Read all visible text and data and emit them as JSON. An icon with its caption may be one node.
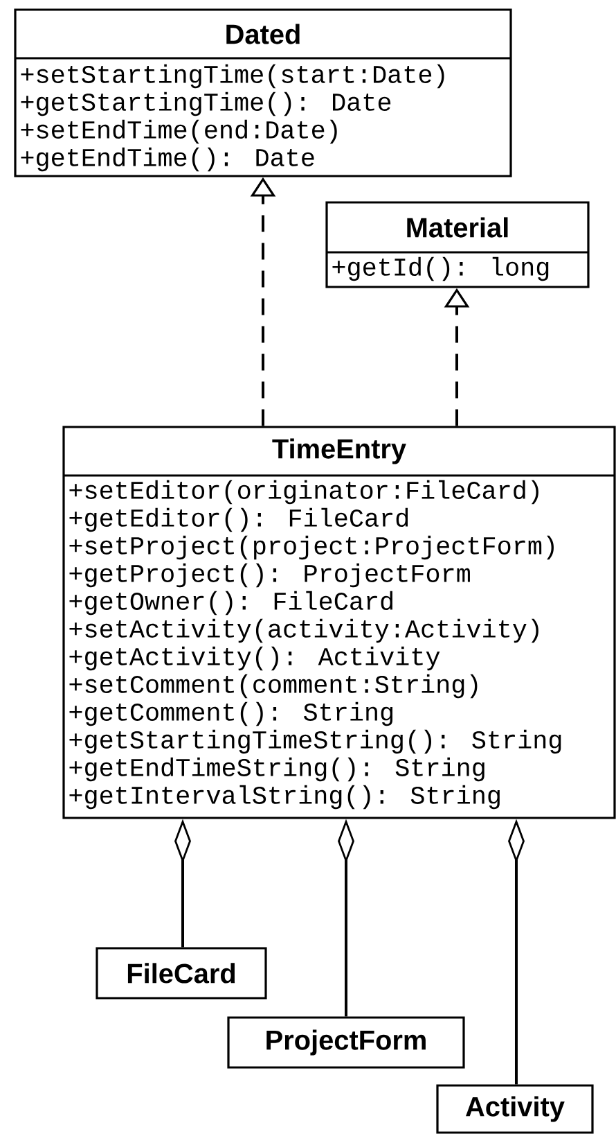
{
  "diagram": {
    "nodes": [
      {
        "text": [
          "Dated",
          "+setStartingTime(start:Date)",
          "+getStartingTime(): Date",
          "+setEndTime(end:Date)",
          "+getEndTime(): Date"
        ]
      },
      {
        "text": [
          "Material",
          "+getId(): long"
        ]
      },
      {
        "text": [
          "TimeEntry",
          "+setEditor(originator:FileCard)",
          "+getEditor(): FileCard",
          "+setProject(project:ProjectForm)",
          "+getProject(): ProjectForm",
          "+getOwner(): FileCard",
          "+setActivity(activity:Activity)",
          "+getActivity(): Activity",
          "+setComment(comment:String)",
          "+getComment(): String",
          "+getStartingTimeString(): String",
          "+getEndTimeString(): String",
          "+getIntervalString(): String"
        ]
      },
      {
        "text": [
          "FileCard"
        ]
      },
      {
        "text": [
          "ProjectForm"
        ]
      },
      {
        "text": [
          "Activity"
        ]
      }
    ],
    "edges": [
      {
        "from": 2,
        "to": 0,
        "arrow": "to",
        "style": "dashed"
      },
      {
        "from": 2,
        "to": 1,
        "arrow": "to",
        "style": "dashed"
      },
      {
        "from": 2,
        "to": 3,
        "arrow": "other"
      },
      {
        "from": 2,
        "to": 4,
        "arrow": "other"
      },
      {
        "from": 2,
        "to": 5,
        "arrow": "other"
      }
    ]
  }
}
